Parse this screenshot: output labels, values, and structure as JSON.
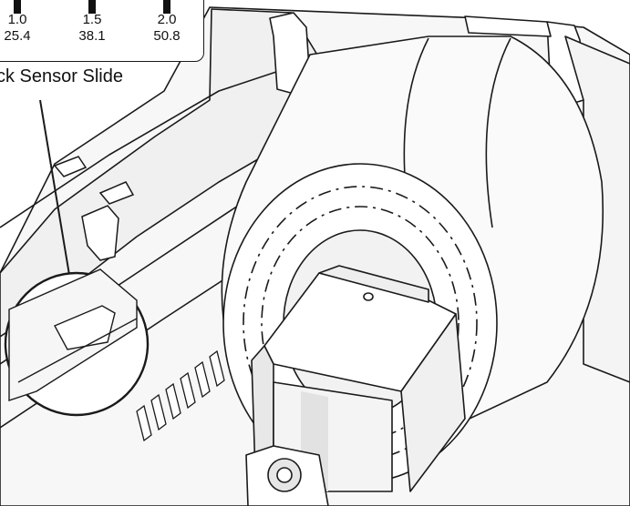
{
  "ruler": {
    "marks": [
      {
        "inch": "1.0",
        "mm": "25.4"
      },
      {
        "inch": "1.5",
        "mm": "38.1"
      },
      {
        "inch": "2.0",
        "mm": "50.8"
      }
    ]
  },
  "callout_label": "ck Sensor Slide",
  "colors": {
    "outline": "#1a1a1a",
    "fill": "#ffffff",
    "shade": "#f2f2f2",
    "dark_shade": "#d9d9d9"
  }
}
